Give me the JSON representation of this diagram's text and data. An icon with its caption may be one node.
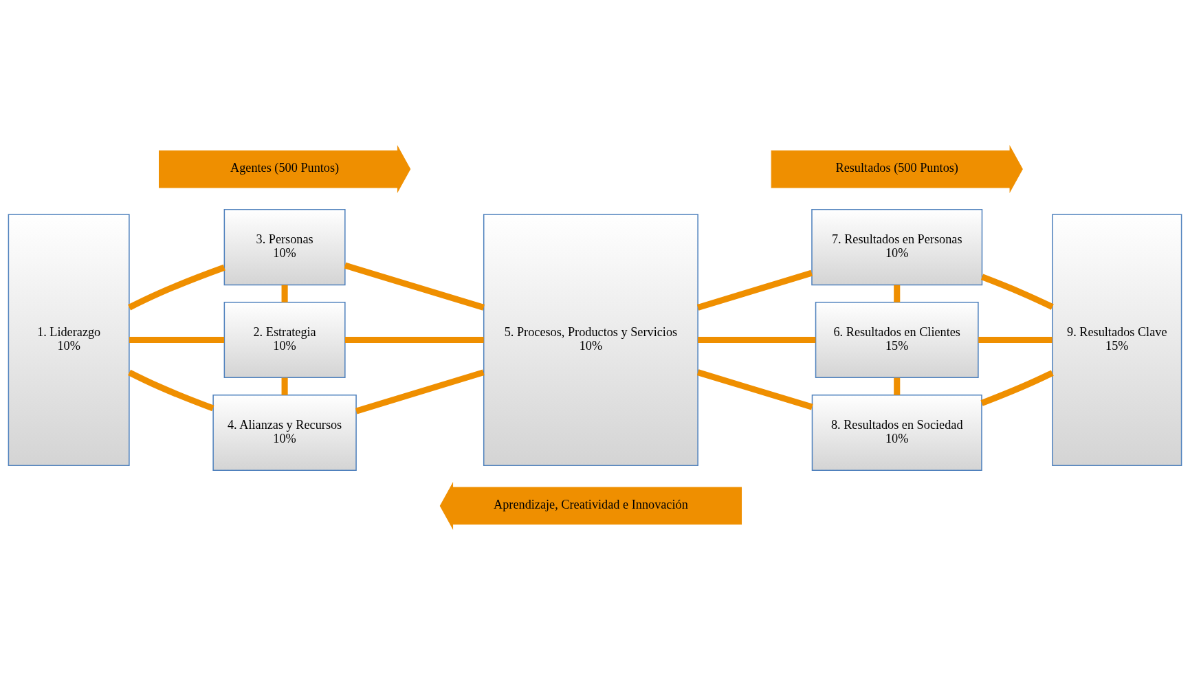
{
  "diagram": {
    "nodes": [
      {
        "text": [
          "Agentes (500 Puntos)"
        ]
      },
      {
        "text": [
          "Resultados (500 Puntos)"
        ]
      },
      {
        "text": [
          "1. Liderazgo",
          "10%"
        ]
      },
      {
        "text": [
          "3. Personas",
          "10%"
        ]
      },
      {
        "text": [
          "2. Estrategia",
          "10%"
        ]
      },
      {
        "text": [
          "4. Alianzas y Recursos",
          "10%"
        ]
      },
      {
        "text": [
          "5. Procesos, Productos y Servicios",
          "10%"
        ]
      },
      {
        "text": [
          "7. Resultados en Personas",
          "10%"
        ]
      },
      {
        "text": [
          "6. Resultados en Clientes",
          "15%"
        ]
      },
      {
        "text": [
          "8. Resultados en Sociedad",
          "10%"
        ]
      },
      {
        "text": [
          "9. Resultados Clave",
          "15%"
        ]
      },
      {
        "text": [
          "Aprendizaje, Creatividad e Innovación"
        ]
      }
    ],
    "edges": [
      {
        "from": 2,
        "to": 3,
        "arrow": "none"
      },
      {
        "from": 2,
        "to": 4,
        "arrow": "none"
      },
      {
        "from": 2,
        "to": 5,
        "arrow": "none"
      },
      {
        "from": 3,
        "to": 4,
        "arrow": "none"
      },
      {
        "from": 4,
        "to": 5,
        "arrow": "none"
      },
      {
        "from": 3,
        "to": 6,
        "arrow": "none"
      },
      {
        "from": 4,
        "to": 6,
        "arrow": "none"
      },
      {
        "from": 5,
        "to": 6,
        "arrow": "none"
      },
      {
        "from": 6,
        "to": 7,
        "arrow": "none"
      },
      {
        "from": 6,
        "to": 8,
        "arrow": "none"
      },
      {
        "from": 6,
        "to": 9,
        "arrow": "none"
      },
      {
        "from": 7,
        "to": 8,
        "arrow": "none"
      },
      {
        "from": 8,
        "to": 9,
        "arrow": "none"
      },
      {
        "from": 7,
        "to": 10,
        "arrow": "none"
      },
      {
        "from": 8,
        "to": 10,
        "arrow": "none"
      },
      {
        "from": 9,
        "to": 10,
        "arrow": "none"
      }
    ]
  }
}
